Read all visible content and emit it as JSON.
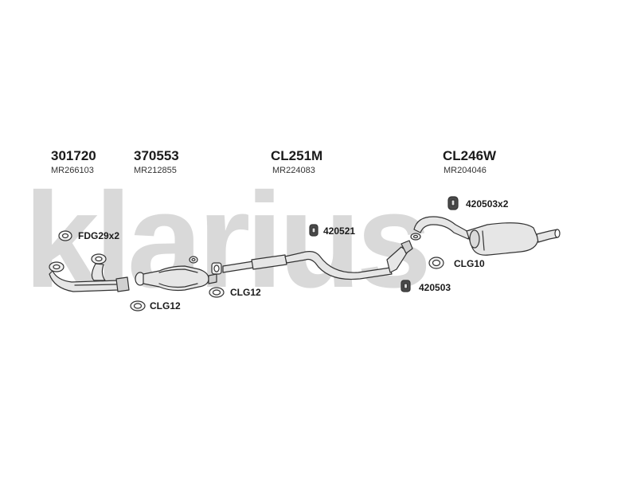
{
  "watermark": "klarius",
  "parts": [
    {
      "part_no": "301720",
      "oem_no": "MR266103"
    },
    {
      "part_no": "370553",
      "oem_no": "MR212855"
    },
    {
      "part_no": "CL251M",
      "oem_no": "MR224083"
    },
    {
      "part_no": "CL246W",
      "oem_no": "MR204046"
    }
  ],
  "fittings": {
    "gasket_front": "FDG29x2",
    "clamp_cat": "CLG12",
    "clamp_mid": "CLG12",
    "hanger_mid": "420521",
    "hanger_rear_top": "420503x2",
    "clamp_rear": "CLG10",
    "hanger_rear_bottom": "420503"
  },
  "colors": {
    "watermark": "#d9d9d9",
    "line": "#333333",
    "fill": "#e6e6e6"
  }
}
